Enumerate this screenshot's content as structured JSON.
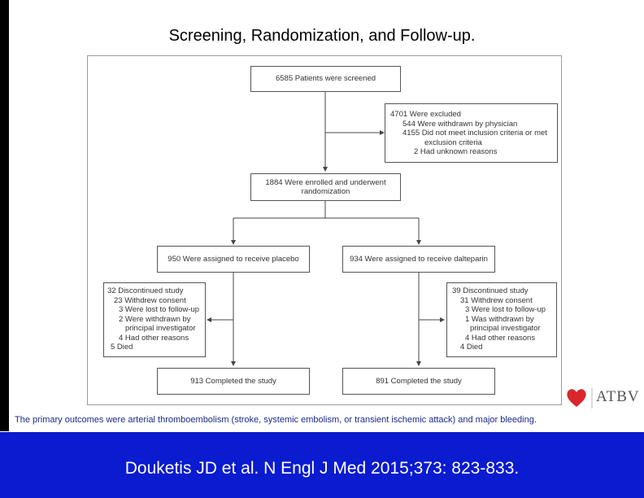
{
  "slide": {
    "title": "Screening, Randomization, and Follow-up.",
    "caption": "The primary outcomes were arterial thromboembolism (stroke, systemic embolism, or transient ischemic attack) and major bleeding.",
    "citation": "Douketis JD et al. N Engl J Med 2015;373: 823-833.",
    "logo_text": "ATBV",
    "colors": {
      "footer": "#0a1bd0",
      "caption": "#1a2a8a",
      "logo_heart": "#d9262c"
    }
  },
  "flow": {
    "screened": "6585 Patients were screened",
    "excluded": [
      "4701 Were excluded",
      "544 Were withdrawn by physician",
      "4155 Did not meet inclusion criteria or met",
      "exclusion criteria",
      "2 Had unknown reasons"
    ],
    "enrolled": [
      "1884 Were enrolled and underwent",
      "randomization"
    ],
    "placebo": "950 Were assigned to receive placebo",
    "dalteparin": "934 Were assigned to receive dalteparin",
    "left_discontinued": [
      "32 Discontinued study",
      "23 Withdrew consent",
      "3 Were lost to follow-up",
      "2 Were withdrawn by",
      "principal investigator",
      "4 Had other reasons",
      "5 Died"
    ],
    "right_discontinued": [
      "39 Discontinued study",
      "31 Withdrew consent",
      "3 Were lost to follow-up",
      "1 Was withdrawn by",
      "principal investigator",
      "4 Had other reasons",
      "4 Died"
    ],
    "left_completed": "913 Completed the study",
    "right_completed": "891 Completed the study"
  }
}
